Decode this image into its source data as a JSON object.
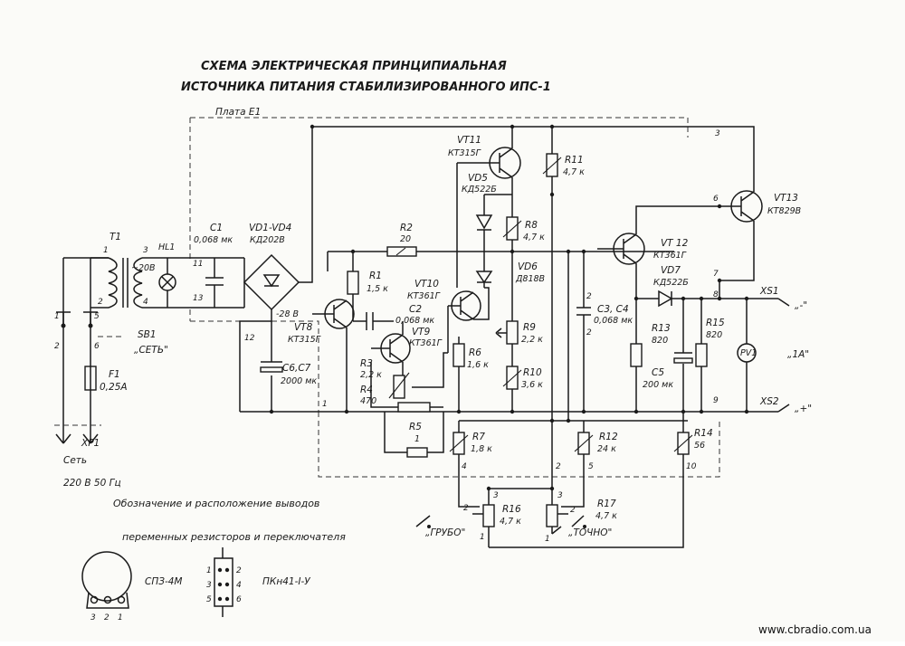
{
  "title": {
    "line1": "СХЕМА   ЭЛЕКТРИЧЕСКАЯ  ПРИНЦИПИАЛЬНАЯ",
    "line2": "ИСТОЧНИКА  ПИТАНИЯ  СТАБИЛИЗИРОВАННОГО   ИПС-1"
  },
  "board": "Плата Е1",
  "components": {
    "T1": "T1",
    "T1_sec": "~20В",
    "HL1": "HL1",
    "C1": "C1",
    "C1_val": "0,068 мк",
    "VD1": "VD1-VD4",
    "VD1_val": "КД202В",
    "R2": "R2",
    "R2_val": "20",
    "R1": "R1",
    "R1_val": "1,5 к",
    "VT8": "VT8",
    "VT8_val": "КТ315Г",
    "C6": "C6,C7",
    "C6_val": "2000 мк",
    "VT10": "VT10",
    "VT10_val": "КТ361Г",
    "C2": "C2",
    "C2_val": "0,068 мк",
    "VT9": "VT9",
    "VT9_val": "КТ361Г",
    "R3": "R3",
    "R3_val": "2,2 к",
    "R4": "R4",
    "R4_val": "470",
    "R5": "R5",
    "R5_val": "1",
    "VT11": "VT11",
    "VT11_val": "КТ315Г",
    "VD5": "VD5",
    "VD5_val": "КД522Б",
    "R11": "R11",
    "R11_val": "4,7 к",
    "R8": "R8",
    "R8_val": "4,7 к",
    "VD6": "VD6",
    "VD6_val": "Д818В",
    "R9": "R9",
    "R9_val": "2,2 к",
    "R10": "R10",
    "R10_val": "3,6 к",
    "R6": "R6",
    "R6_val": "1,6 к",
    "C3": "C3, C4",
    "C3_val": "0,068 мк",
    "VT12": "VT 12",
    "VT12_val": "КТ361Г",
    "VD7": "VD7",
    "VD7_val": "КД522Б",
    "VT13": "VT13",
    "VT13_val": "КТ829В",
    "R13": "R13",
    "R13_val": "820",
    "R15": "R15",
    "R15_val": "820",
    "C5": "C5",
    "C5_val": "200 мк",
    "PV1": "PV1",
    "R7": "R7",
    "R7_val": "1,8 к",
    "R12": "R12",
    "R12_val": "24 к",
    "R14": "R14",
    "R14_val": "56",
    "R16": "R16",
    "R16_val": "4,7 к",
    "R17": "R17",
    "R17_val": "4,7 к",
    "F1": "F1",
    "F1_val": "0,25А",
    "SB1": "SB1",
    "SB1_name": "„СЕТЬ\"",
    "XP1": "XP1",
    "XP1_name": "Сеть",
    "XS1": "XS1",
    "XS1_sign": "„-\"",
    "XS2": "XS2",
    "XS2_sign": "„+\"",
    "amp": "„1А\"",
    "coarse": "„ГРУБО\"",
    "fine": "„ТОЧНО\"",
    "v28": "-28 В"
  },
  "pins": {
    "p1": "1",
    "p2": "2",
    "p3": "3",
    "p4": "4",
    "p5": "5",
    "p6": "6",
    "p7": "7",
    "p8": "8",
    "p9": "9",
    "p10": "10",
    "p11": "11",
    "p12": "12",
    "p13": "13"
  },
  "mains": "220 В   50 Гц",
  "legend": {
    "line1": "Обозначение  и  расположение  выводов",
    "line2": "переменных  резисторов  и  переключателя",
    "resistor_type": "СПЗ-4М",
    "switch_type": "ПКн41-I-У",
    "pot_pins": [
      "3",
      "2",
      "1"
    ],
    "switch_pins_left": [
      "1",
      "3",
      "5"
    ],
    "switch_pins_right": [
      "2",
      "4",
      "6"
    ]
  },
  "watermark": "www.cbradio.com.ua"
}
